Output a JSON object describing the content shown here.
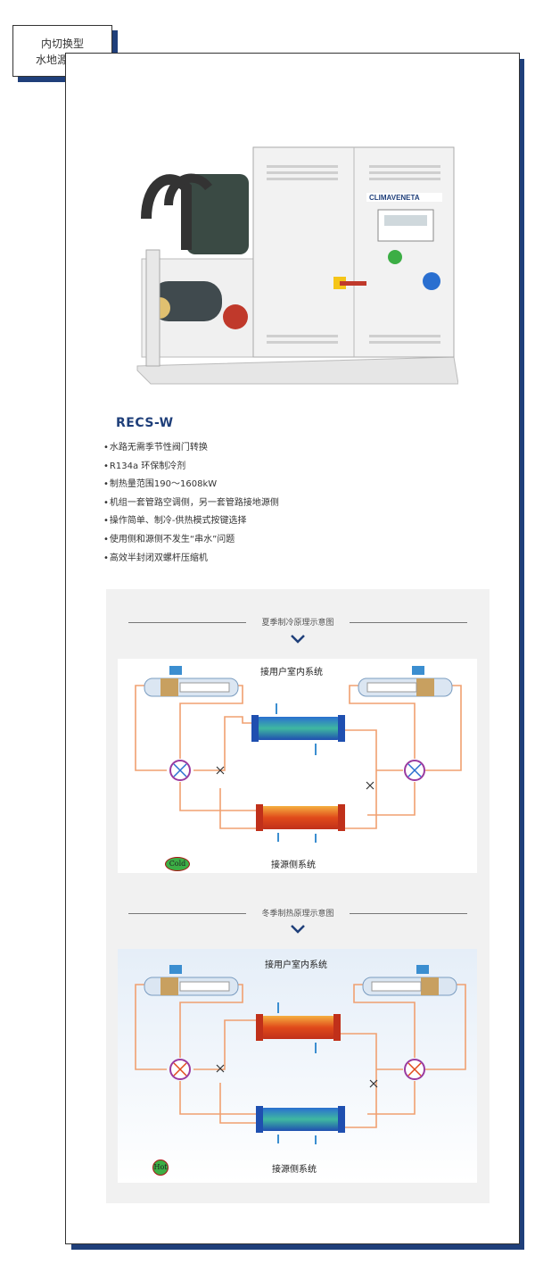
{
  "tag": {
    "line1": "内切换型",
    "line2": "水地源热泵"
  },
  "product": {
    "brand": "CLIMAVENETA",
    "model": "RECS-W"
  },
  "features": [
    "水路无需季节性阀门转换",
    "R134a 环保制冷剂",
    "制热量范围190～1608kW",
    "机组一套管路空调侧，另一套管路接地源侧",
    "操作简单、制冷-供热模式按键选择",
    "使用侧和源侧不发生“串水”问题",
    "高效半封闭双螺杆压缩机"
  ],
  "summer": {
    "title": "夏季制冷原理示意图",
    "top_label": "接用户室内系统",
    "bottom_label": "接源侧系统",
    "badge": "Cold"
  },
  "winter": {
    "title": "冬季制热原理示意图",
    "top_label": "接用户室内系统",
    "bottom_label": "接源侧系统",
    "badge": "Hot"
  },
  "colors": {
    "accent": "#1f3f7a",
    "pipe": "#f0a070",
    "cold": "#2a6fd0",
    "hot": "#e04a1a"
  }
}
